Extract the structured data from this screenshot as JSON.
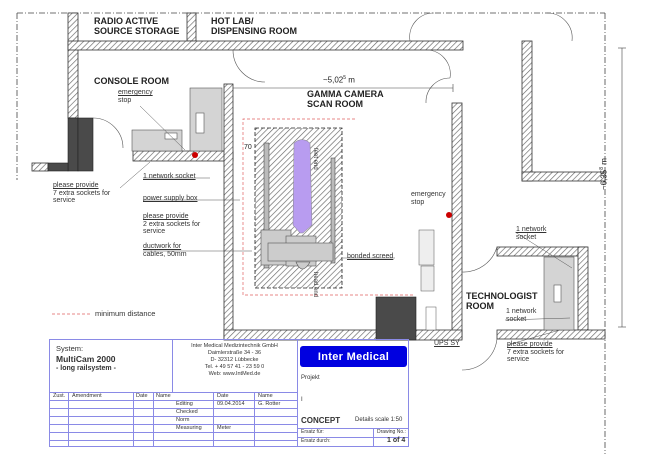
{
  "rooms": {
    "radioactive_storage": [
      "RADIO ACTIVE",
      "SOURCE STORAGE"
    ],
    "hot_lab": [
      "HOT LAB/",
      "DISPENSING ROOM"
    ],
    "console_room": "CONSOLE ROOM",
    "gamma_camera": [
      "GAMMA CAMERA",
      "SCAN ROOM"
    ],
    "technologist": [
      "TECHNOLOGIST",
      "ROOM"
    ]
  },
  "dimensions": {
    "width": "~5,02",
    "width_sup": "5",
    "width_unit": "m",
    "height": "~6,35",
    "height_sup": "8",
    "height_unit": "m",
    "clearance": "70"
  },
  "notes": {
    "emergency_stop_console": [
      "emergency",
      "stop"
    ],
    "emergency_stop_scan": [
      "emergency",
      "stop"
    ],
    "extra_sockets_console": [
      "please provide",
      "7 extra sockets for",
      "service"
    ],
    "network_socket_console": "1 network socket",
    "power_supply": "power supply box",
    "extra_sockets_2": [
      "please provide",
      "2 extra sockets for",
      "service"
    ],
    "ductwork": [
      "ductwork for",
      "cables, 50mm"
    ],
    "bonded_screed": "bonded screed",
    "feet_end": [
      "feet",
      "end"
    ],
    "head_end": [
      "head",
      "end"
    ],
    "network_socket_tech_top": [
      "1 network",
      "socket"
    ],
    "network_socket_tech_bottom": [
      "1 network",
      "socket"
    ],
    "extra_sockets_tech": [
      "please provide",
      "7 extra sockets for",
      "service"
    ],
    "ups": "UPS SY",
    "legend_min_distance": "minimum distance"
  },
  "title_block": {
    "system_label": "System:",
    "system_name": "MultiCam 2000",
    "system_variant": "- long railsystem -",
    "company": [
      "Inter Medical Medizintechnik GmbH",
      "Daimlerstraße 34 - 36",
      "D- 32312 Lübbecke",
      "Tel. + 49 57 41 - 23 59 0",
      "Web: www.IntMed.de"
    ],
    "logo_text": "Inter Medical",
    "projekt_label": "Projekt",
    "projekt_value": "I",
    "amend_headers": [
      "Zust.",
      "Amendment",
      "Date",
      "Name"
    ],
    "sign_headers": [
      "",
      "Date",
      "Name"
    ],
    "sign_rows": [
      {
        "role": "Editing",
        "date": "09.04.2014",
        "name": "G. Rotter"
      },
      {
        "role": "Checked",
        "date": "",
        "name": ""
      },
      {
        "role": "Norm",
        "date": "",
        "name": ""
      },
      {
        "role": "Measuring",
        "date": "Meter",
        "name": ""
      }
    ],
    "status": "CONCEPT",
    "scale": "Details scale 1:50",
    "ersatz_fuer": "Ersatz für:",
    "ersatz_durch": "Ersatz durch:",
    "drawing_no_label": "Drawing No.:",
    "drawing_no": "1 of 4"
  },
  "colors": {
    "wall_hatch": "#555555",
    "gantry_fill": "#cccccc",
    "table_purple": "#b89cf0",
    "emergency_red": "#cc0000",
    "min_distance": "#e06060",
    "title_border": "#8a8ae6",
    "logo_bg": "#0000e0",
    "dark_block": "#4a4a4a"
  }
}
